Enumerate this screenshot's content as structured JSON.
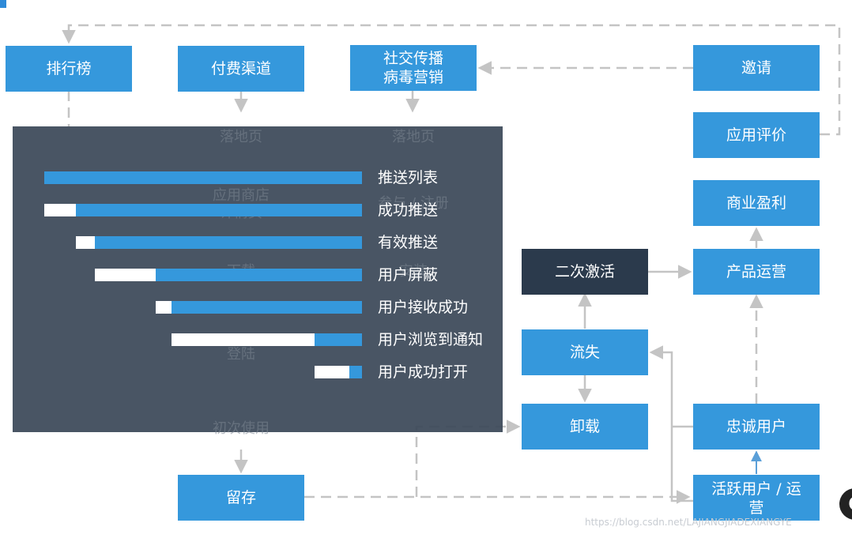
{
  "nodes": {
    "ranking": "排行榜",
    "paid_channel": "付费渠道",
    "social_viral": [
      "社交传播",
      "病毒营销"
    ],
    "invite": "邀请",
    "app_review": "应用评价",
    "landing_1": "落地页",
    "landing_2": "落地页",
    "app_store": "应用商店",
    "details_page": "详情页",
    "signup_register": "参与 / 注册",
    "download": "下载",
    "install": "安装",
    "login": "登陆",
    "first_use": "初次使用",
    "retention": "留存",
    "reactivation": "二次激活",
    "churn": "流失",
    "uninstall": "卸载",
    "monetization": "商业盈利",
    "product_ops": "产品运营",
    "loyal_users": "忠诚用户",
    "active_users": [
      "活跃用户 / 运",
      "营"
    ]
  },
  "funnel": [
    {
      "label": "推送列表",
      "value": 100,
      "drop": 0
    },
    {
      "label": "成功推送",
      "value": 90,
      "drop": 10
    },
    {
      "label": "有效推送",
      "value": 84,
      "drop": 6
    },
    {
      "label": "用户屏蔽",
      "value": 65,
      "drop": 19
    },
    {
      "label": "用户接收成功",
      "value": 60,
      "drop": 5
    },
    {
      "label": "用户浏览到通知",
      "value": 15,
      "drop": 45
    },
    {
      "label": "用户成功打开",
      "value": 4,
      "drop": 11
    }
  ],
  "colors": {
    "node": "#3598dc",
    "node_dark": "#2b3a4c",
    "overlay": "#3a4757",
    "connector": "#c4c4c4"
  },
  "watermark": "https://blog.csdn.net/LAJIANGJIADEXIANGYE",
  "logo_glyph": "C"
}
